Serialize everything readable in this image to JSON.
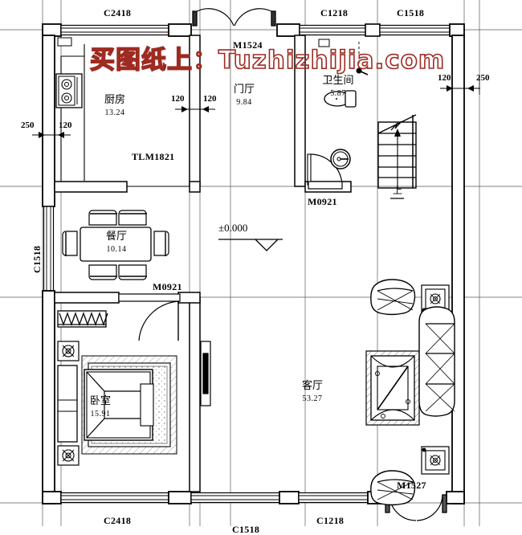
{
  "document": {
    "type": "architectural-floor-plan",
    "watermark": "买图纸上：Tuzhizhijia.com",
    "elevation_marker": "±0.000"
  },
  "rooms": [
    {
      "id": "kitchen",
      "name": "厨房",
      "area": "13.24"
    },
    {
      "id": "entry-hall",
      "name": "门厅",
      "area": "9.84"
    },
    {
      "id": "bathroom",
      "name": "卫生间",
      "area": "5.87"
    },
    {
      "id": "dining",
      "name": "餐厅",
      "area": "10.14"
    },
    {
      "id": "bedroom",
      "name": "卧室",
      "area": "15.91"
    },
    {
      "id": "living",
      "name": "客厅",
      "area": "53.27"
    }
  ],
  "openings": {
    "window_top_left": "C2418",
    "window_top_mid": "C1218",
    "window_top_right": "C1518",
    "window_left": "C1518",
    "window_bottom_left": "C2418",
    "window_bottom_mid": "C1518",
    "window_bottom_right": "C1218",
    "door_entry": "M1524",
    "door_kitchen": "TLM1821",
    "door_bath": "M0921",
    "door_bedroom": "M0921",
    "door_living": "M1527"
  },
  "dimensions": {
    "left_outer": "250",
    "left_inner": "120",
    "mid_left": "120",
    "mid_right": "120",
    "right_inner": "120",
    "right_outer": "250"
  },
  "stairs": {
    "direction_label": "上"
  },
  "colors": {
    "line": "#000000",
    "watermark": "#9e2a22",
    "grid": "#555555"
  }
}
